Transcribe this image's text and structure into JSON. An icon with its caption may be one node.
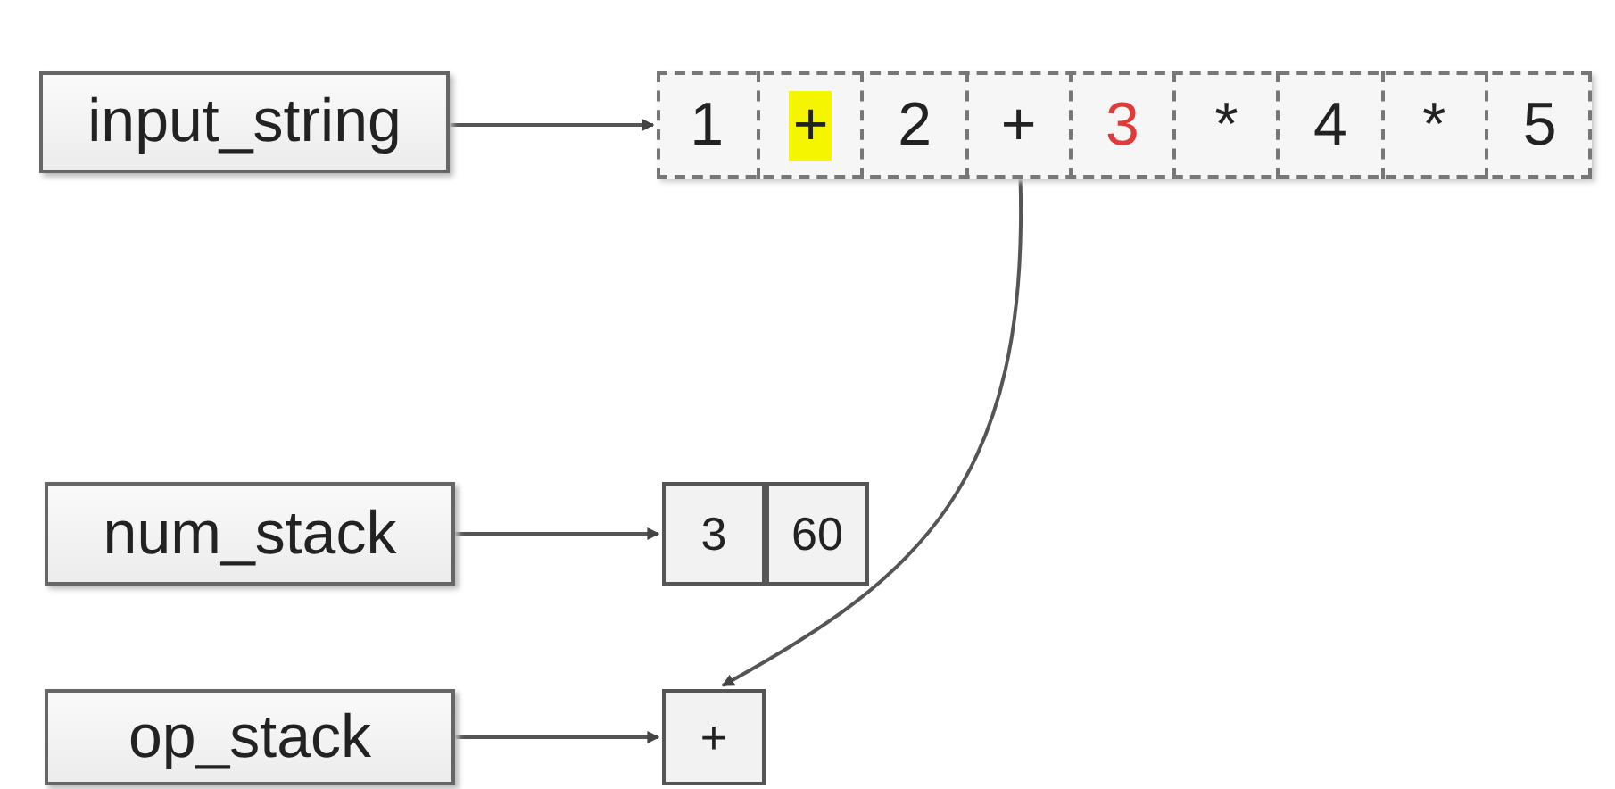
{
  "diagram": {
    "nodes": [
      {
        "text": [
          "input_string"
        ]
      },
      {
        "text": [],
        "shape": "box"
      },
      {
        "text": [
          "1"
        ],
        "in": 1
      },
      {
        "text": [
          "+"
        ],
        "in": 1
      },
      {
        "text": [
          "2"
        ],
        "in": 1
      },
      {
        "text": [
          "+"
        ],
        "in": 1
      },
      {
        "text": [
          "3"
        ],
        "in": 1
      },
      {
        "text": [
          "*"
        ],
        "in": 1
      },
      {
        "text": [
          "4"
        ],
        "in": 1
      },
      {
        "text": [
          "*"
        ],
        "in": 1
      },
      {
        "text": [
          "5"
        ],
        "in": 1
      },
      {
        "text": [
          "num_stack"
        ]
      },
      {
        "text": [
          "3"
        ]
      },
      {
        "text": [
          "60"
        ]
      },
      {
        "text": [
          "op_stack"
        ]
      },
      {
        "text": [
          "+"
        ]
      }
    ],
    "edges": [
      {
        "from": 0,
        "to": 1,
        "arrow": "to"
      },
      {
        "from": 5,
        "to": 15,
        "arrow": "to"
      },
      {
        "from": 11,
        "to": 12,
        "arrow": "to"
      },
      {
        "from": 14,
        "to": 15,
        "arrow": "to"
      }
    ]
  }
}
